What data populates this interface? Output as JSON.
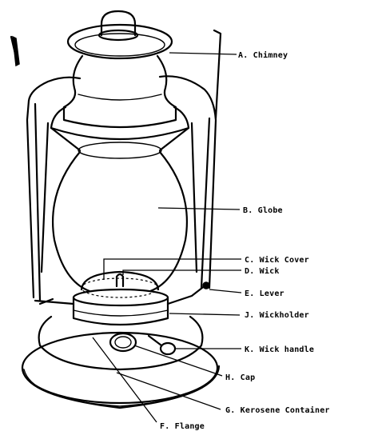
{
  "diagram": {
    "parts": [
      {
        "key": "chimney",
        "text": "A. Chimney"
      },
      {
        "key": "globe",
        "text": "B. Globe"
      },
      {
        "key": "wick-cover",
        "text": "C. Wick Cover"
      },
      {
        "key": "wick",
        "text": "D. Wick"
      },
      {
        "key": "lever",
        "text": "E. Lever"
      },
      {
        "key": "wickholder",
        "text": "J. Wickholder"
      },
      {
        "key": "wick-handle",
        "text": "K. Wick handle"
      },
      {
        "key": "cap",
        "text": "H. Cap"
      },
      {
        "key": "kerosene-container",
        "text": "G. Kerosene Container"
      },
      {
        "key": "flange",
        "text": "F. Flange"
      }
    ]
  }
}
